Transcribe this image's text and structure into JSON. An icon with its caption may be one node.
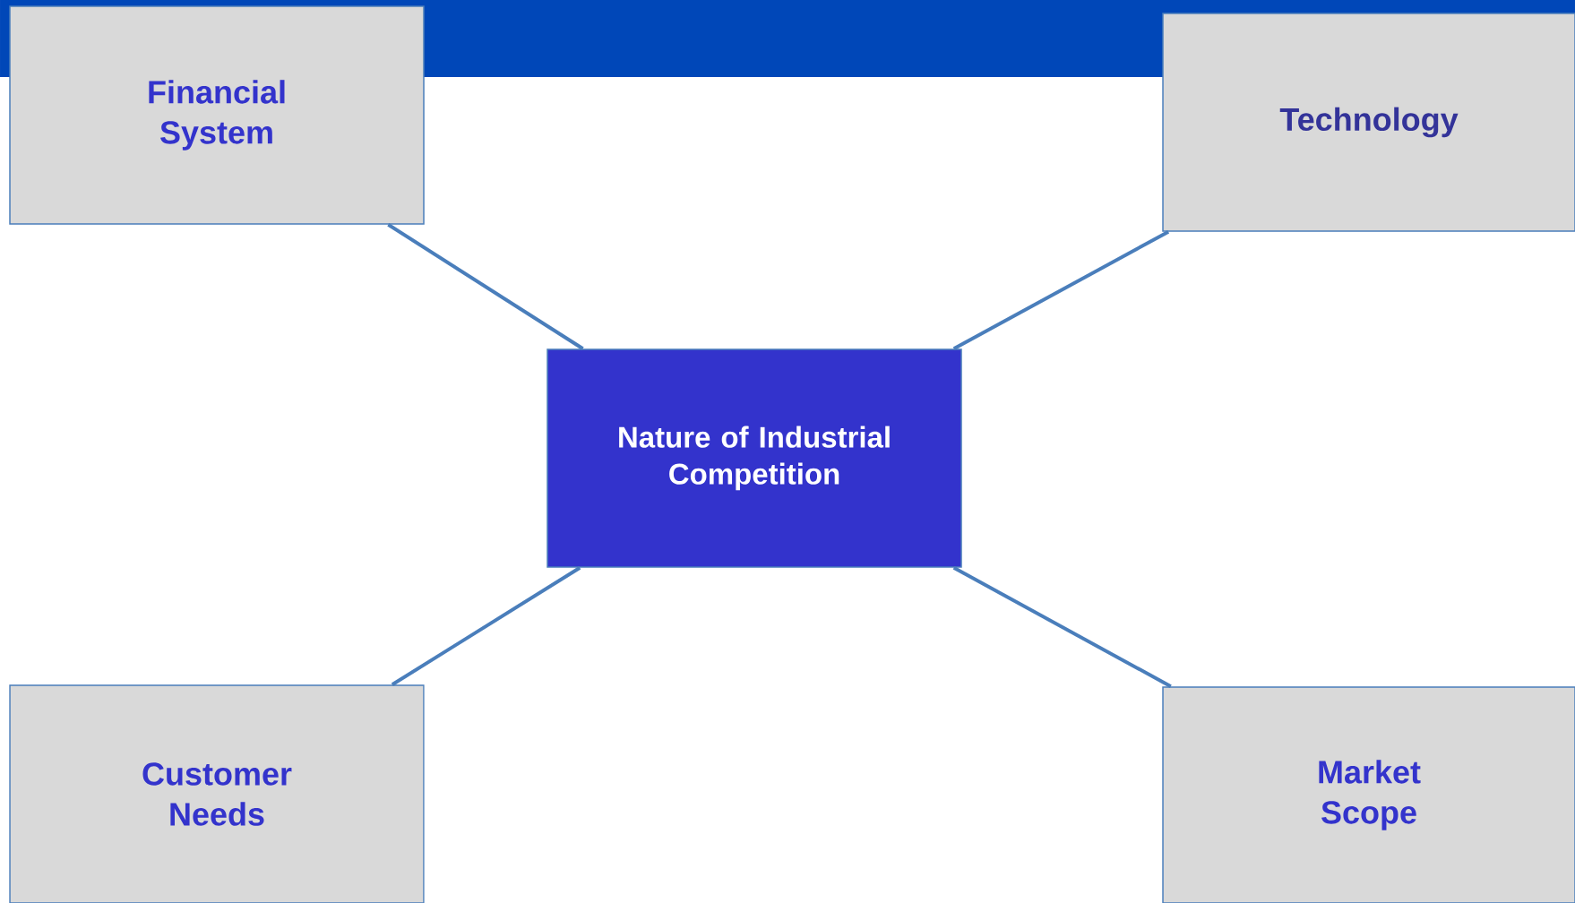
{
  "diagram": {
    "nodes": [
      {
        "text": [
          "Financial System"
        ]
      },
      {
        "text": [
          "Technology"
        ]
      },
      {
        "text": [
          "Nature of Industrial Competition"
        ]
      },
      {
        "text": [
          "Customer Needs"
        ]
      },
      {
        "text": [
          "Market Scope"
        ]
      }
    ],
    "edges": [
      {
        "from": 0,
        "to": 2,
        "arrow": "none"
      },
      {
        "from": 1,
        "to": 2,
        "arrow": "none"
      },
      {
        "from": 3,
        "to": 2,
        "arrow": "none"
      },
      {
        "from": 4,
        "to": 2,
        "arrow": "none"
      }
    ]
  }
}
